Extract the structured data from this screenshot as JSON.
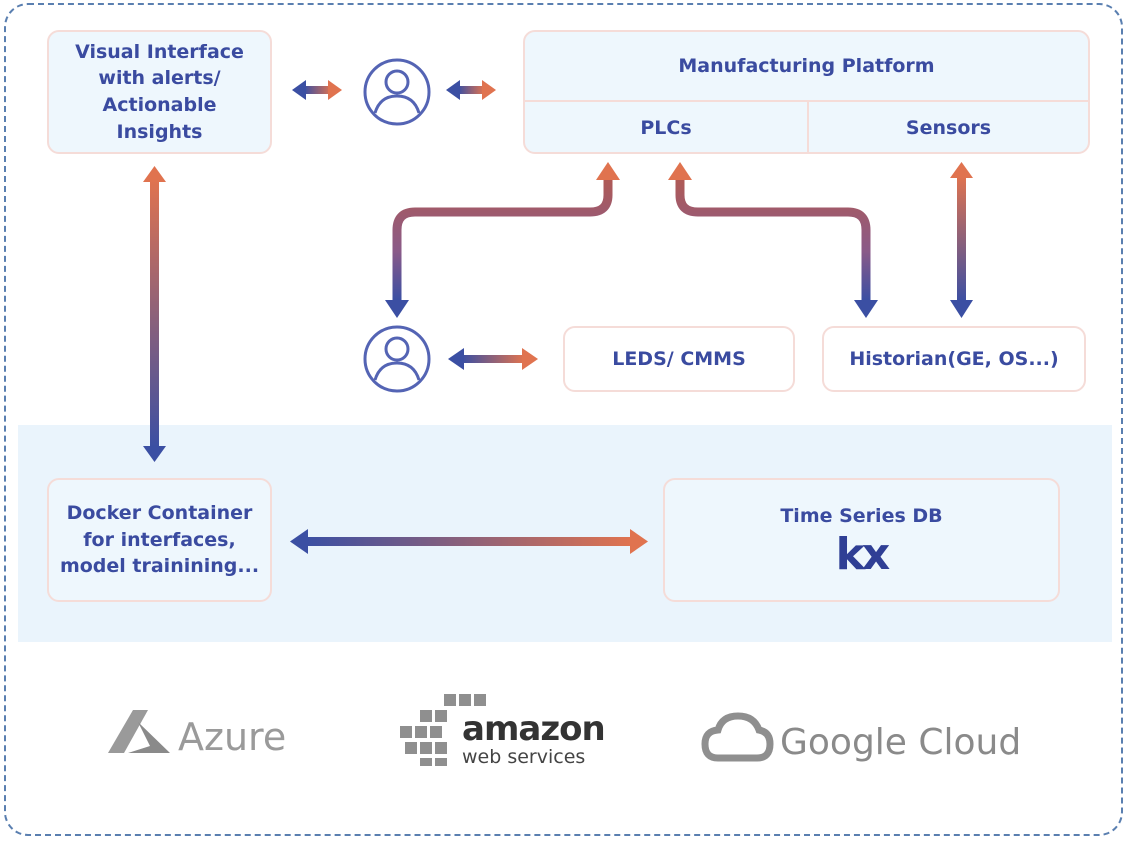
{
  "boxes": {
    "visual_interface": "Visual Interface with alerts/ Actionable Insights",
    "manufacturing_platform": "Manufacturing Platform",
    "plcs": "PLCs",
    "sensors": "Sensors",
    "leds_cmms": "LEDS/ CMMS",
    "historian": "Historian(GE, OS...)",
    "docker": "Docker Container for interfaces, model trainining...",
    "time_series_db": "Time Series DB",
    "kx_logo": "kx"
  },
  "icons": [
    "user-icon",
    "user-icon",
    "azure-logo",
    "aws-logo",
    "google-cloud-logo"
  ],
  "logos": {
    "azure": "Azure",
    "aws_main": "amazon",
    "aws_sub": "web services",
    "google_cloud": "Google Cloud"
  },
  "colors": {
    "arrow_blue": "#3b4fa3",
    "arrow_orange": "#e0734f",
    "text_blue": "#3a4ba0",
    "box_border": "#f5dcd8",
    "band_bg": "#eaf4fc",
    "frame_border": "#5a7fb0"
  }
}
